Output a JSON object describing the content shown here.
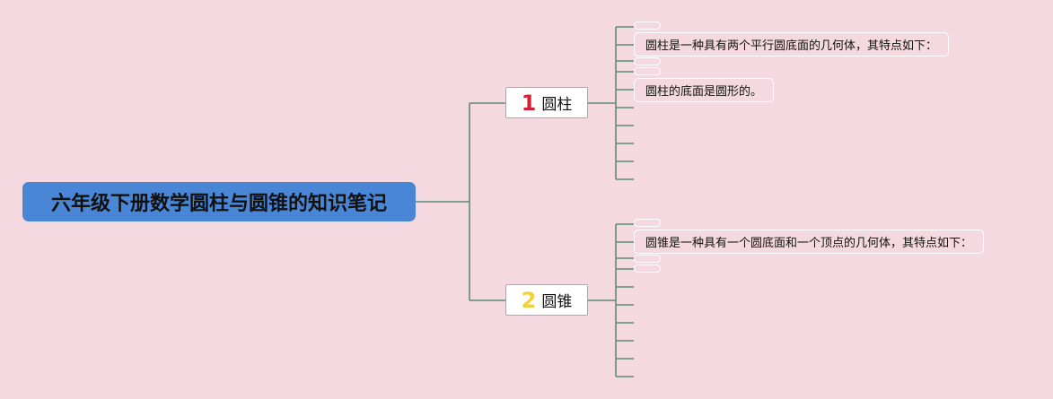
{
  "root": {
    "title": "六年级下册数学圆柱与圆锥的知识笔记"
  },
  "branches": [
    {
      "number": "1",
      "label": "圆柱",
      "number_color": "#d6203a",
      "notes": [
        "圆柱是一种具有两个平行圆底面的几何体，其特点如下：",
        "圆柱的底面是圆形的。"
      ]
    },
    {
      "number": "2",
      "label": "圆锥",
      "number_color": "#f0d23c",
      "notes": [
        "圆锥是一种具有一个圆底面和一个顶点的几何体，其特点如下："
      ]
    }
  ],
  "colors": {
    "background": "#f4d9e0",
    "root_fill": "#4a86d6",
    "connector": "#5e8a78",
    "note_border": "#ffffff"
  }
}
